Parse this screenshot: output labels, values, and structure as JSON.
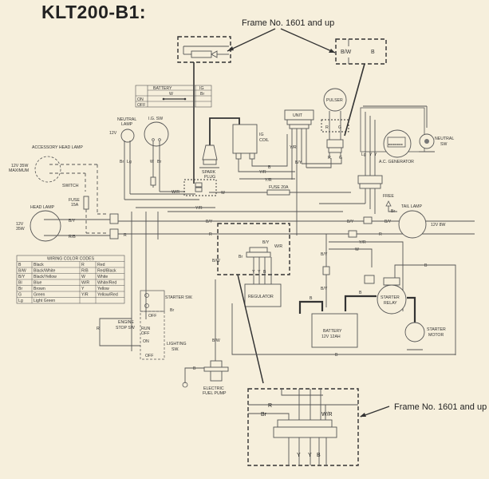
{
  "title": "KLT200-B1:",
  "callouts": {
    "top": "Frame No. 1601 and up",
    "bottom": "Frame No. 1601 and up"
  },
  "components": {
    "accessory_head_lamp": {
      "name": "ACCESSORY HEAD LAMP",
      "rating_1": "12V 35W",
      "rating_2": "MAXIMUM"
    },
    "switch": "SWITCH",
    "fuse_15a": {
      "name": "FUSE",
      "rating": "15A"
    },
    "head_lamp": {
      "name": "HEAD LAMP",
      "rating_1": "12V",
      "rating_2": "35W"
    },
    "neutral_lamp": {
      "name_1": "NEUTRAL",
      "name_2": "LAMP",
      "rating": "12V"
    },
    "ig_sw": "I.G. SW",
    "spark_plug": {
      "name_1": "SPARK",
      "name_2": "PLUG"
    },
    "ig_coil": {
      "name_1": "IG",
      "name_2": "COIL"
    },
    "unit": "UNIT",
    "pulser": "PULSER",
    "ac_generator": "A.C. GENERATOR",
    "neutral_sw": {
      "name_1": "NEUTRAL",
      "name_2": "SW"
    },
    "fuse_20a": "FUSE 20A",
    "free": "FREE",
    "tail_lamp": {
      "name": "TAIL LAMP",
      "rating": "12V 8W"
    },
    "regulator": "REGULATOR",
    "starter_sw": "STARTER SW.",
    "engine_stop_sw": {
      "name_1": "ENGINE",
      "name_2": "STOP SW",
      "run": "RUN",
      "off": "OFF"
    },
    "lighting_sw": {
      "name_1": "LIGHTING",
      "name_2": "SW.",
      "on": "ON",
      "off": "OFF"
    },
    "starter_sw_off": "OFF",
    "battery": {
      "name": "BATTERY",
      "rating": "12V 12AH"
    },
    "starter_relay": {
      "name_1": "STARTER",
      "name_2": "RELAY"
    },
    "starter_motor": {
      "name_1": "STARTER",
      "name_2": "MOTOR"
    },
    "fuel_pump": {
      "name_1": "ELECTRIC",
      "name_2": "FUEL PUMP"
    }
  },
  "ig_switch_table": {
    "headers": [
      "BATTERY",
      "IG"
    ],
    "wire_colors": [
      "W",
      "Br"
    ],
    "rows": [
      "ON",
      "OFF"
    ]
  },
  "wiring_color_codes": {
    "title": "WIRING COLOR CODES",
    "rows": [
      [
        "B",
        "Black",
        "R",
        "Red"
      ],
      [
        "B/W",
        "Black/White",
        "R/B",
        "Red/Black"
      ],
      [
        "B/Y",
        "Black/Yellow",
        "W",
        "White"
      ],
      [
        "Bl",
        "Blue",
        "W/R",
        "White/Red"
      ],
      [
        "Br",
        "Brown",
        "Y",
        "Yellow"
      ],
      [
        "G",
        "Green",
        "Y/R",
        "Yellow/Red"
      ],
      [
        "Lg",
        "Light Green",
        "",
        ""
      ]
    ]
  },
  "wire_labels": {
    "bw": "B/W",
    "b": "B",
    "r": "R",
    "g": "G",
    "yr": "Y/R",
    "by": "B/Y",
    "wr": "W/R",
    "w": "W",
    "br": "Br",
    "lg": "Lg",
    "y": "Y",
    "rb": "R/B"
  }
}
